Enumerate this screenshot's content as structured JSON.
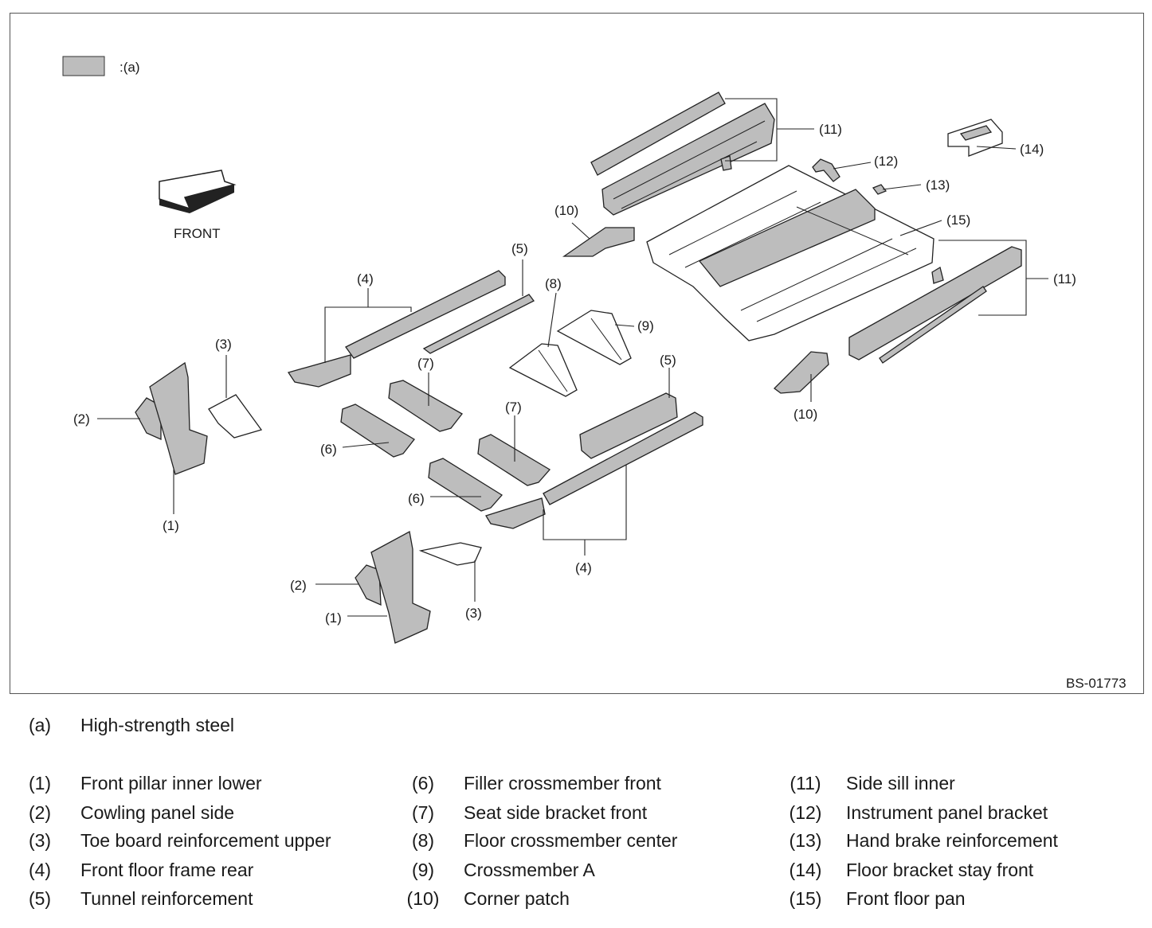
{
  "legend_key": {
    "swatch_label": ":(a)",
    "swatch_color": "#bdbdbd"
  },
  "front_label": "FRONT",
  "figure_code": "BS-01773",
  "callouts": {
    "c1a": "(1)",
    "c2a": "(2)",
    "c3a": "(3)",
    "c4a": "(4)",
    "c5a": "(5)",
    "c6a": "(6)",
    "c7a": "(7)",
    "c8": "(8)",
    "c9": "(9)",
    "c10a": "(10)",
    "c11a": "(11)",
    "c12": "(12)",
    "c13": "(13)",
    "c14": "(14)",
    "c15": "(15)",
    "c1b": "(1)",
    "c2b": "(2)",
    "c3b": "(3)",
    "c4b": "(4)",
    "c5b": "(5)",
    "c6b": "(6)",
    "c7b": "(7)",
    "c10b": "(10)",
    "c11b": "(11)"
  },
  "legend": {
    "a": {
      "num": "(a)",
      "name": "High-strength steel"
    },
    "col1": [
      {
        "num": "(1)",
        "name": "Front pillar inner lower"
      },
      {
        "num": "(2)",
        "name": "Cowling panel side"
      },
      {
        "num": "(3)",
        "name": "Toe board reinforcement upper"
      },
      {
        "num": "(4)",
        "name": "Front floor frame rear"
      },
      {
        "num": "(5)",
        "name": "Tunnel reinforcement"
      }
    ],
    "col2": [
      {
        "num": "(6)",
        "name": "Filler crossmember front"
      },
      {
        "num": "(7)",
        "name": "Seat side bracket front"
      },
      {
        "num": "(8)",
        "name": "Floor crossmember center"
      },
      {
        "num": "(9)",
        "name": "Crossmember A"
      },
      {
        "num": "(10)",
        "name": "Corner patch"
      }
    ],
    "col3": [
      {
        "num": "(11)",
        "name": "Side sill inner"
      },
      {
        "num": "(12)",
        "name": "Instrument panel bracket"
      },
      {
        "num": "(13)",
        "name": "Hand brake reinforcement"
      },
      {
        "num": "(14)",
        "name": "Floor bracket stay front"
      },
      {
        "num": "(15)",
        "name": "Front floor pan"
      }
    ]
  }
}
